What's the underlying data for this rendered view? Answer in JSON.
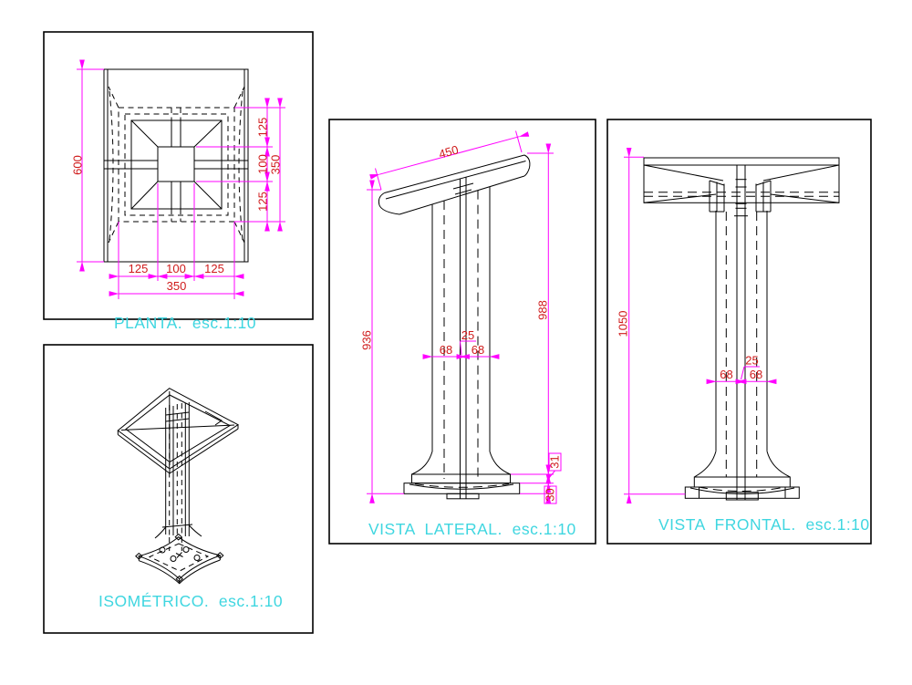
{
  "drawing": {
    "description": "CAD multi-view drawing of a lectern (atril)",
    "colors": {
      "background": "#ffffff",
      "object_lines": "#000000",
      "dimension_lines": "#ff00ff",
      "dimension_text": "#cf1b1b",
      "title_text": "#3fd6e0"
    },
    "views": {
      "planta": {
        "title": "PLANTA.  esc.1:10",
        "dims": {
          "height": "600",
          "bottom_left": "125",
          "bottom_center": "100",
          "bottom_right": "125",
          "bottom_total": "350",
          "right_top": "125",
          "right_middle": "100",
          "right_bottom": "125",
          "right_total": "350"
        }
      },
      "isometrico": {
        "title": "ISOMÉTRICO.  esc.1:10"
      },
      "lateral": {
        "title": "VISTA  LATERAL.  esc.1:10",
        "dims": {
          "top_width": "450",
          "height_left": "936",
          "height_right": "988",
          "column_left": "68",
          "column_gap": "25",
          "column_right": "68",
          "base_cap": "31",
          "base_plinth": "30"
        }
      },
      "frontal": {
        "title": "VISTA  FRONTAL.  esc.1:10",
        "dims": {
          "height": "1050",
          "column_left": "68",
          "column_gap": "25",
          "column_right": "68"
        }
      }
    }
  }
}
